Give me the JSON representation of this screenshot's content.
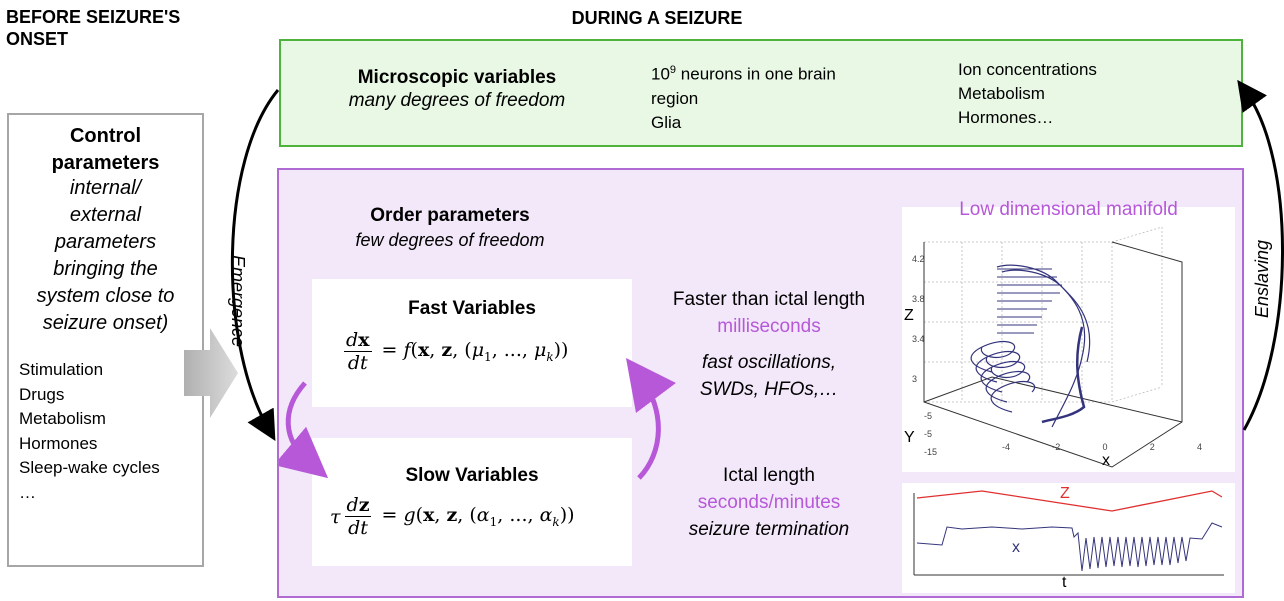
{
  "headings": {
    "before_line1": "BEFORE SEIZURE'S",
    "before_line2": "ONSET",
    "during": "DURING A SEIZURE"
  },
  "control": {
    "title_line1": "Control",
    "title_line2": "parameters",
    "subtitle_lines": [
      "internal/",
      "external",
      "parameters",
      "bringing the",
      "system close to",
      "seizure onset)"
    ],
    "items": [
      "Stimulation",
      "Drugs",
      "Metabolism",
      "Hormones",
      "Sleep-wake cycles",
      "…"
    ]
  },
  "microscopic": {
    "title": "Microscopic variables",
    "subtitle": "many degrees of freedom",
    "col1": [
      "neurons in one brain",
      "region",
      "Glia"
    ],
    "col1_base": "10",
    "col1_exp": "9",
    "col2": [
      "Ion concentrations",
      "Metabolism",
      "Hormones…"
    ]
  },
  "order": {
    "title": "Order parameters",
    "subtitle": "few degrees of freedom"
  },
  "fast": {
    "title": "Fast Variables",
    "timescale": "Faster than ictal length",
    "unit": "milliseconds",
    "examples_line1": "fast oscillations,",
    "examples_line2": "SWDs, HFOs,…"
  },
  "slow": {
    "title": "Slow Variables",
    "timescale": "Ictal length",
    "unit": "seconds/minutes",
    "examples": "seizure termination"
  },
  "arrows": {
    "left": "Emergence",
    "right": "Enslaving"
  },
  "manifold": {
    "title": "Low dimensional manifold",
    "z_label": "Z",
    "y_label": "Y",
    "x_label": "x",
    "z_ticks": [
      "4.2",
      "3.8",
      "3.4",
      "3"
    ],
    "y_ticks": [
      "-5",
      "-5",
      "-15"
    ],
    "x_ticks": [
      "-4",
      "-2",
      "0",
      "2",
      "4"
    ]
  },
  "timeseries": {
    "z_label": "Z",
    "x_label": "x",
    "t_label": "t"
  },
  "colors": {
    "green_border": "#4db33d",
    "green_fill": "#e8f8e5",
    "purple_border": "#b06ad3",
    "purple_fill": "#f3e8f9",
    "purple_text": "#b658d8",
    "trace": "#2a2a7a",
    "z_trace": "#e03030"
  }
}
